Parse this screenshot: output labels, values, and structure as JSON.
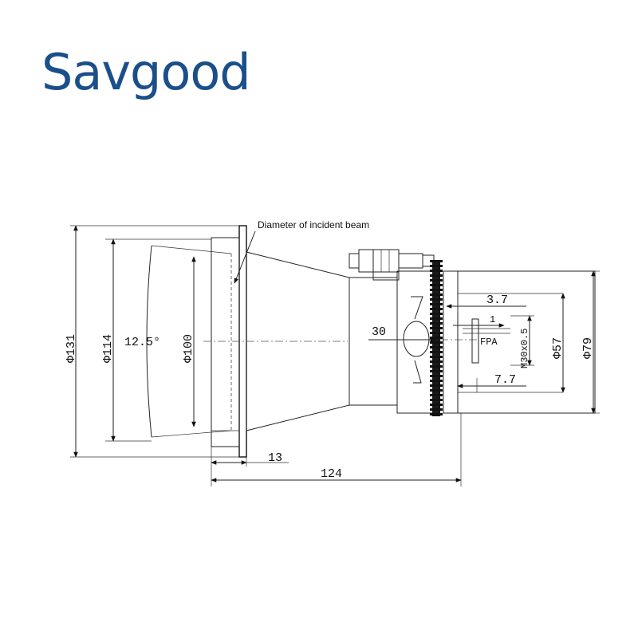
{
  "brand": {
    "name": "Savgood",
    "color": "#1a4f8a"
  },
  "annotation": {
    "incident_beam": "Diameter of incident beam"
  },
  "dimensions": {
    "d131": "Φ131",
    "d114": "Φ114",
    "d100": "Φ100",
    "d57": "Φ57",
    "d79": "Φ79",
    "angle": "12.5°",
    "len13": "13",
    "len124": "124",
    "len30": "30",
    "len3_7": "3.7",
    "len1": "1",
    "len7_7": "7.7",
    "thread": "M30x0.5",
    "fpa": "FPA"
  }
}
